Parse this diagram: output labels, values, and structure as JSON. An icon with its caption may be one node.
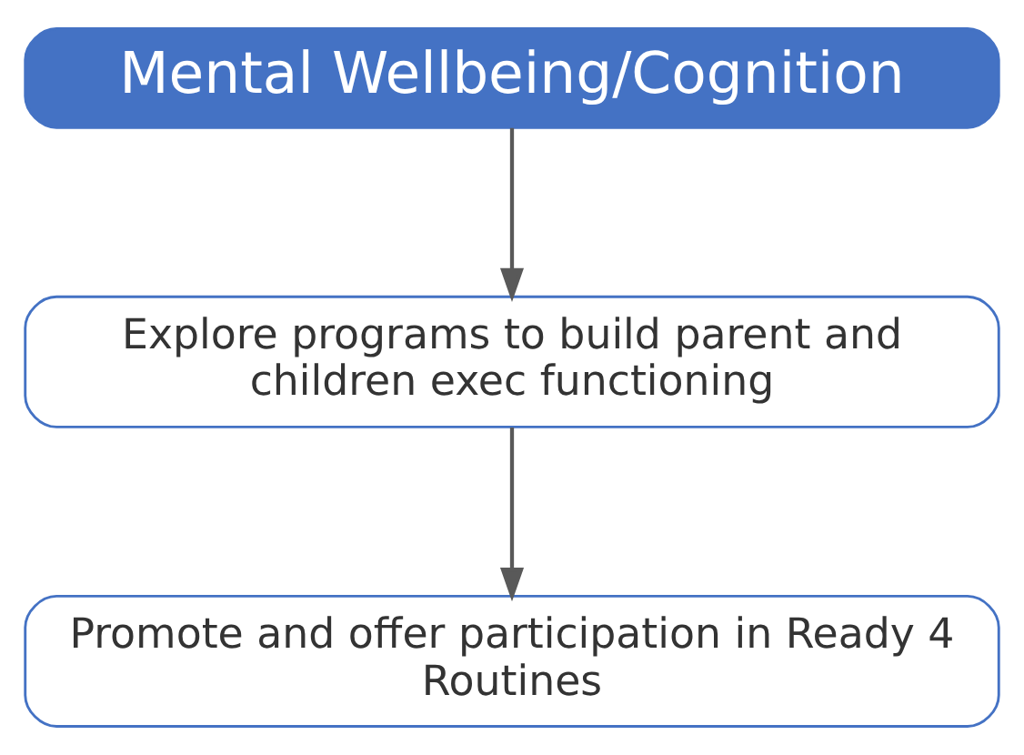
{
  "diagram": {
    "nodes": [
      {
        "text": [
          "Mental Wellbeing/Cognition"
        ]
      },
      {
        "text": [
          "Explore programs to build parent and children exec functioning"
        ]
      },
      {
        "text": [
          "Promote and offer participation in Ready 4 Routines"
        ]
      }
    ],
    "edges": [
      {
        "from": 0,
        "to": 1,
        "arrow": "to"
      },
      {
        "from": 1,
        "to": 2,
        "arrow": "to"
      }
    ]
  }
}
